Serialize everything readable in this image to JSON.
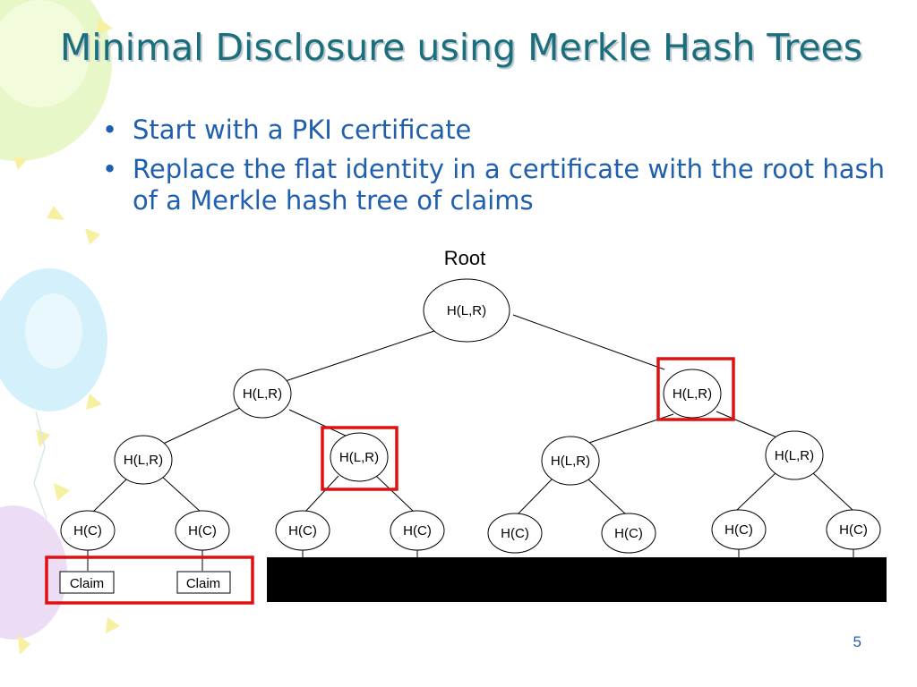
{
  "slide": {
    "title": "Minimal Disclosure using Merkle Hash Trees",
    "bullets": [
      "Start with a PKI certificate",
      "Replace the flat identity in a certificate with the root hash of a Merkle hash tree of claims"
    ],
    "bullet_symbol": "•",
    "page_number": "5"
  },
  "diagram": {
    "root_label": "Root",
    "nodes": {
      "root": "H(L,R)",
      "l": "H(L,R)",
      "r": "H(L,R)",
      "ll": "H(L,R)",
      "lr": "H(L,R)",
      "rl": "H(L,R)",
      "rr": "H(L,R)",
      "leaf1": "H(C)",
      "leaf2": "H(C)",
      "leaf3": "H(C)",
      "leaf4": "H(C)",
      "leaf5": "H(C)",
      "leaf6": "H(C)",
      "leaf7": "H(C)",
      "leaf8": "H(C)"
    },
    "claims": [
      "Claim",
      "Claim"
    ]
  },
  "colors": {
    "title": "#1b6f7c",
    "bullets": "#1f5fad",
    "highlight": "#e01010",
    "redacted": "#000000"
  }
}
